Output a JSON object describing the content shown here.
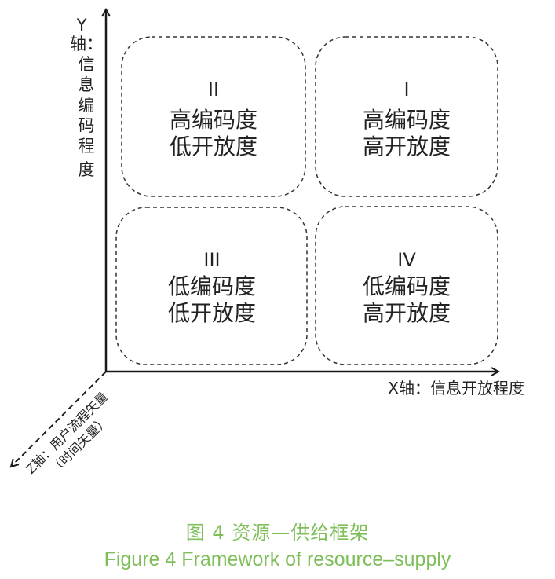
{
  "axes": {
    "y_letter": "Y",
    "y_label_chars": [
      "轴：",
      "信",
      "息",
      "编",
      "码",
      "程",
      "度"
    ],
    "x_label": "X轴：信息开放程度",
    "z_label_line1": "Z轴：用户流程矢量",
    "z_label_line2": "（时间矢量）"
  },
  "quadrants": [
    {
      "numeral": "II",
      "line1": "高编码度",
      "line2": "低开放度"
    },
    {
      "numeral": "I",
      "line1": "高编码度",
      "line2": "高开放度"
    },
    {
      "numeral": "III",
      "line1": "低编码度",
      "line2": "低开放度"
    },
    {
      "numeral": "IV",
      "line1": "低编码度",
      "line2": "高开放度"
    }
  ],
  "caption": {
    "zh": "图 4  资源—供给框架",
    "en": "Figure 4  Framework of resource–supply"
  },
  "colors": {
    "line": "#1a1a1a",
    "caption": "#7fbf5a"
  }
}
